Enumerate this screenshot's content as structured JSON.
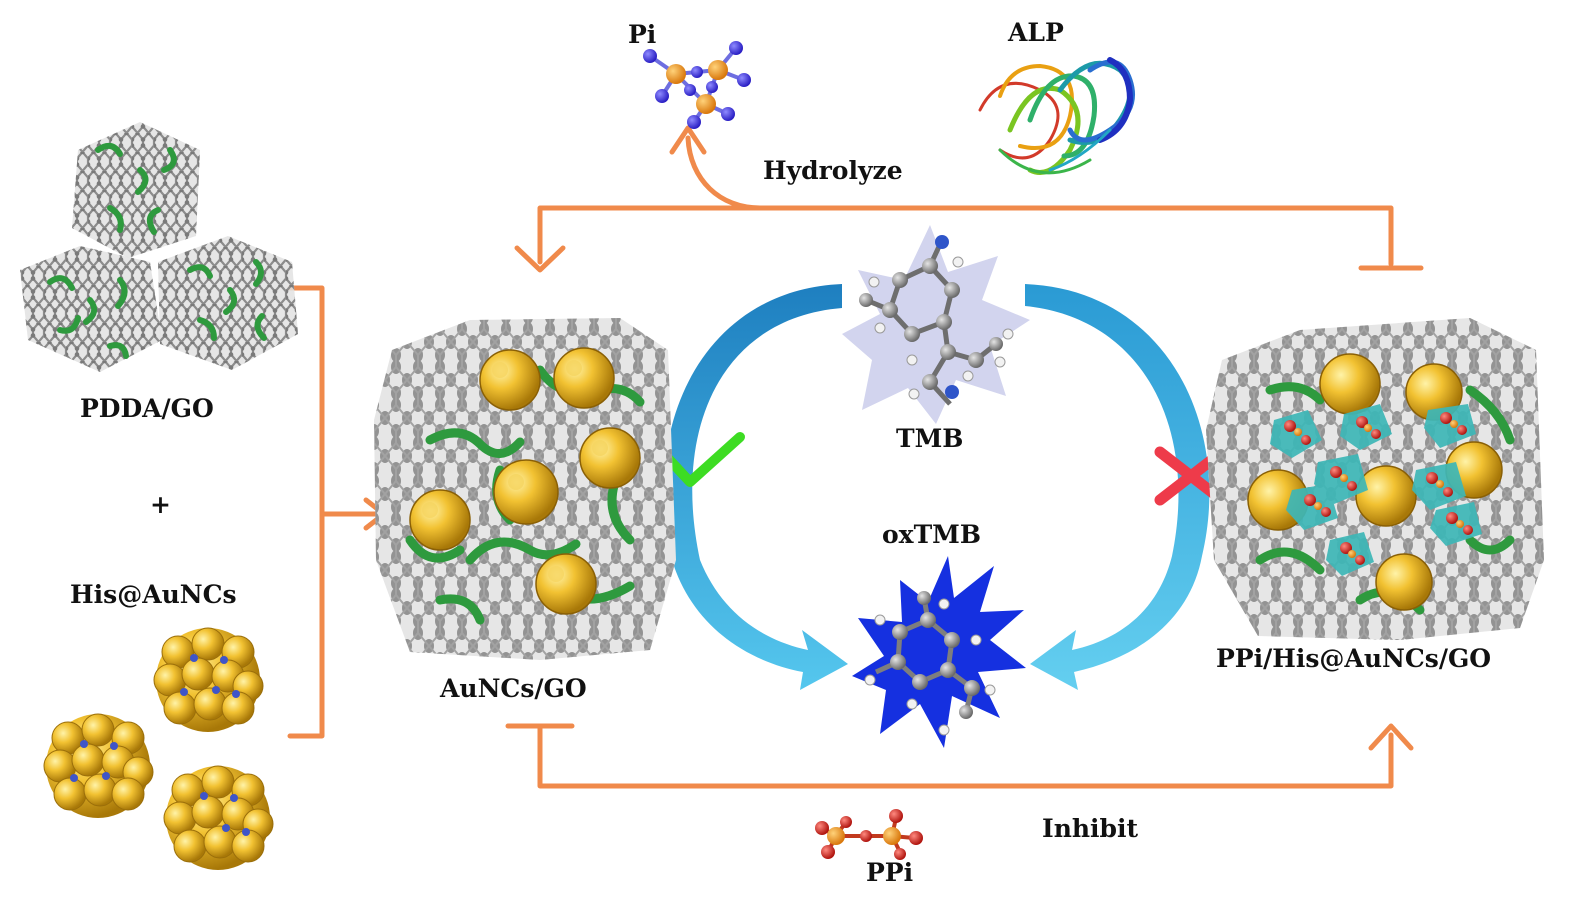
{
  "labels": {
    "pi": "Pi",
    "alp": "ALP",
    "hydrolyze": "Hydrolyze",
    "pdda_go": "PDDA/GO",
    "plus": "+",
    "his_auncs": "His@AuNCs",
    "auncs_go": "AuNCs/GO",
    "tmb": "TMB",
    "oxtmb": "oxTMB",
    "ppi_his_auncs_go": "PPi/His@AuNCs/GO",
    "inhibit": "Inhibit",
    "ppi": "PPi"
  },
  "colors": {
    "orange_arrow": "#F08A4B",
    "blue_arrow": "#3AA9DE",
    "check": "#3DDC23",
    "cross": "#EE3B4A",
    "graphene": "#7A7A7A",
    "gold": "#E7B322",
    "polymer": "#2E9A3E",
    "oxtmb_star": "#1530E0",
    "tmb_star": "#D2D4EE",
    "ppi_cyan": "#3DB7B7",
    "phosphorus": "#F39A1A",
    "oxygen": "#D0251F"
  },
  "icons": {
    "pass": "check-icon",
    "block": "cross-icon"
  }
}
